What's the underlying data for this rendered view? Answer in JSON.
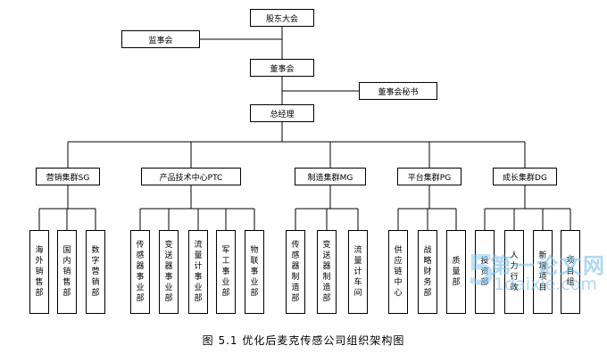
{
  "top": {
    "shareholders": "股东大会",
    "supervisory": "监事会",
    "board": "董事会",
    "secretary": "董事会秘书",
    "gm": "总经理"
  },
  "groups": [
    {
      "label": "营销集群SG",
      "units": [
        "海外销售部",
        "国内销售部",
        "数字营销部"
      ]
    },
    {
      "label": "产品技术中心PTC",
      "units": [
        "传感器事业部",
        "变送器事业部",
        "流量计事业部",
        "军工事业部",
        "物联事业部"
      ]
    },
    {
      "label": "制造集群MG",
      "units": [
        "传感器制造部",
        "变送器制造部",
        "流量计车间"
      ]
    },
    {
      "label": "平台集群PG",
      "units": [
        "供应链中心",
        "战略财务部",
        "质量部"
      ]
    },
    {
      "label": "成长集群DG",
      "units": [
        "投资部",
        "人力行政",
        "新增项目",
        "项目组"
      ]
    }
  ],
  "caption": "图 5.1 优化后麦克传感公司组织架构图",
  "watermark": {
    "mark": "5",
    "title": "第一论文网",
    "url": "1daixie.com"
  }
}
